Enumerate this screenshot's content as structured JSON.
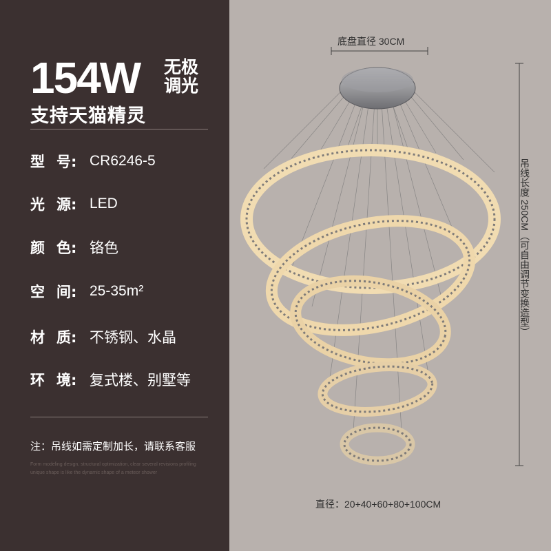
{
  "headline": {
    "power": "154W",
    "dimming_line1": "无极",
    "dimming_line2": "调光",
    "tagline": "支持天猫精灵"
  },
  "specs": [
    {
      "key1": "型",
      "key2": "号:",
      "value": "CR6246-5"
    },
    {
      "key1": "光",
      "key2": "源:",
      "value": "LED"
    },
    {
      "key1": "颜",
      "key2": "色:",
      "value": "铬色"
    },
    {
      "key1": "空",
      "key2": "间:",
      "value": "25-35m²"
    },
    {
      "key1": "材",
      "key2": "质:",
      "value": "不锈钢、水晶"
    },
    {
      "key1": "环",
      "key2": "境:",
      "value": "复式楼、别墅等"
    }
  ],
  "note": "注：吊线如需定制加长，请联系客服",
  "english_lines": [
    "Form modeling design, structural optimization, clear several revisions profiling",
    "unique shape is like the dynamic shape of a meteor shower"
  ],
  "annotations": {
    "base": "底盘直径 30CM",
    "cable": "吊线长度 250CM（可自由调节变换造型）",
    "diameter": "直径：20+40+60+80+100CM"
  },
  "colors": {
    "left_background": "#3b3030",
    "right_background": "#b8b1ad",
    "ring_glow": "#f3dcae",
    "chrome": "#8c8c8c"
  }
}
